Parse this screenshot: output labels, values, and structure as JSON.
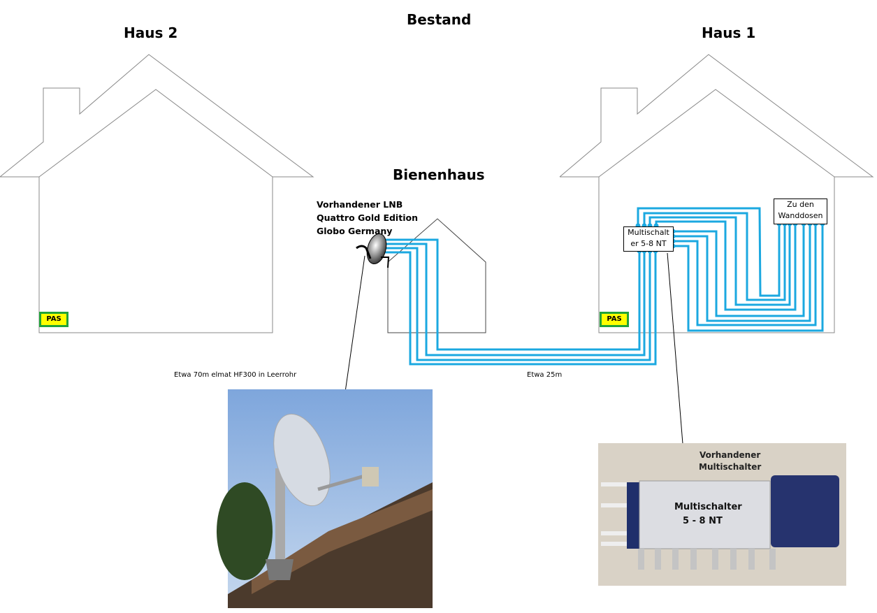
{
  "title": "Bestand",
  "houses": {
    "haus2": "Haus 2",
    "haus1": "Haus 1",
    "bienenhaus": "Bienenhaus"
  },
  "lnb_label": [
    "Vorhandener LNB",
    "Quattro Gold Edition",
    "Globo Germany"
  ],
  "multiswitch_box": [
    "Multischalt",
    "er 5-8 NT"
  ],
  "wall_outlets_box": [
    "Zu den",
    "Wanddosen"
  ],
  "pas_label": "PAS",
  "cable_label_left": "Etwa 70m elmat HF300 in Leerrohr",
  "cable_label_right": "Etwa 25m",
  "photo_multiswitch_caption": [
    "Vorhandener",
    "Multischalter"
  ],
  "photo_multiswitch_device_text": [
    "Multischalter",
    "5 - 8 NT"
  ],
  "colors": {
    "cable": "#1ba8e0",
    "pas_fill": "#ffff00",
    "pas_border": "#21a33a"
  }
}
